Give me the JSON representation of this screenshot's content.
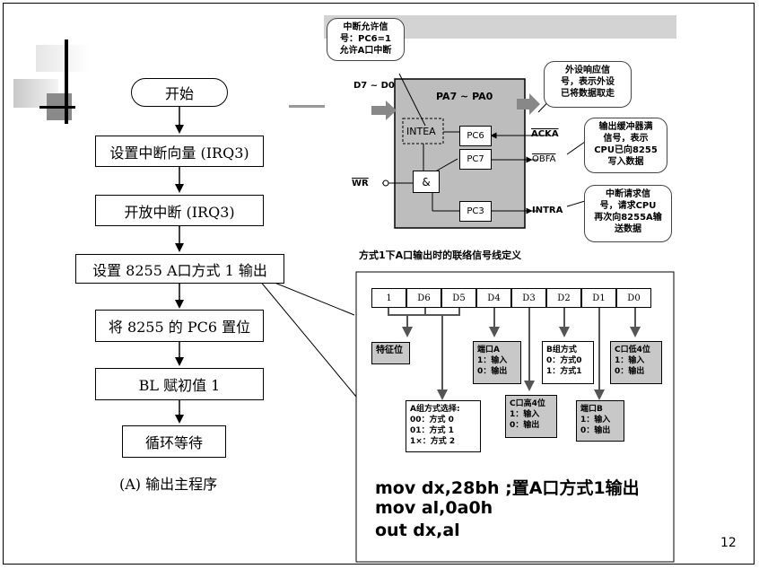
{
  "flowchart": {
    "start": "开始",
    "step1": "设置中断向量 (IRQ3)",
    "step2": "开放中断 (IRQ3)",
    "step3": "设置 8255 A口方式 1 输出",
    "step4": "将 8255 的 PC6 置位",
    "step5": "BL 赋初值 1",
    "step6": "循环等待",
    "caption": "(A) 输出主程序"
  },
  "diagram": {
    "bubble_inte": [
      "中断允许信",
      "号：PC6=1",
      "允许A口中断"
    ],
    "bubble_ack": [
      "外设响应信",
      "号，表示外设",
      "已将数据取走"
    ],
    "bubble_obf": [
      "输出缓冲器满",
      "信号，表示",
      "CPU已向8255",
      "写入数据"
    ],
    "bubble_intr": [
      "中断请求信",
      "号，请求CPU",
      "再次向8255A输",
      "送数据"
    ],
    "data_bus": "D7 ~ D0",
    "port_a": "PA7 ~ PA0",
    "inte": "INTEA",
    "pc6": "PC6",
    "pc7": "PC7",
    "pc3": "PC3",
    "and_gate": "&",
    "wr": "WR",
    "ack": "ACKA",
    "obf": "OBFA",
    "intr": "INTRA",
    "title": "方式1下A口输出时的联络信号线定义"
  },
  "control_word": {
    "bits": [
      "1",
      "D6",
      "D5",
      "D4",
      "D3",
      "D2",
      "D1",
      "D0"
    ],
    "flag": "特征位",
    "group_a_mode": [
      "A组方式选择:",
      "00：方式 0",
      "01：方式 1",
      "1×：方式 2"
    ],
    "port_a": [
      "端口A",
      "1：输入",
      "0：输出"
    ],
    "port_c_high": [
      "C口高4位",
      "1：输入",
      "0：输出"
    ],
    "group_b_mode": [
      "B组方式",
      "0：方式0",
      "1：方式1"
    ],
    "port_b": [
      "端口B",
      "1：输入",
      "0：输出"
    ],
    "port_c_low": [
      "C口低4位",
      "1：输入",
      "0：输出"
    ]
  },
  "code": {
    "line1": "mov dx,28bh ;置A口方式1输出",
    "line2": "mov al,0a0h",
    "line3": "out dx,al"
  },
  "page_number": "12"
}
